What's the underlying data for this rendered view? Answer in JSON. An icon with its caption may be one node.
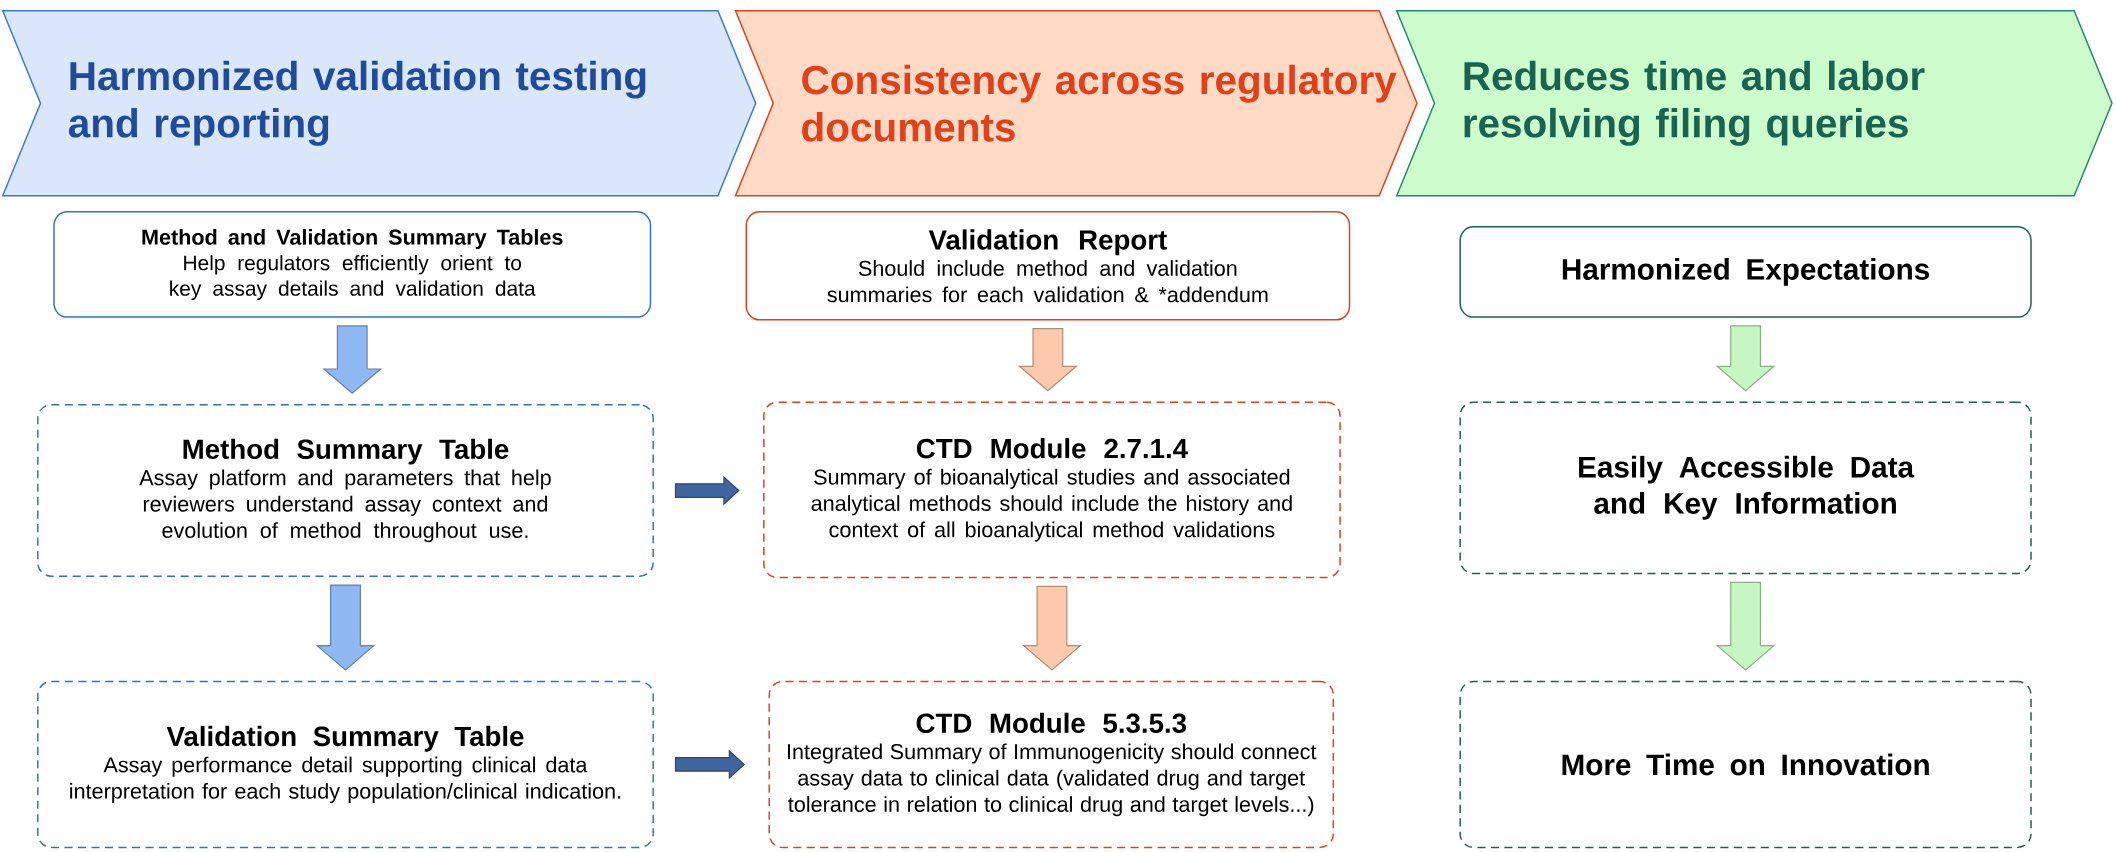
{
  "diagram": {
    "nodes": [
      {
        "text": [
          "Harmonized validation testing and reporting"
        ]
      },
      {
        "text": [
          "Consistency across regulatory documents"
        ]
      },
      {
        "text": [
          "Reduces time and labor resolving filing queries"
        ]
      },
      {
        "text": [
          "Method and Validation Summary Tables",
          "Help regulators efficiently orient to key assay details and validation data"
        ]
      },
      {
        "text": [
          "Method Summary Table",
          "Assay platform and parameters that help reviewers understand assay context and evolution of method throughout use."
        ]
      },
      {
        "text": [
          "Validation Summary Table",
          "Assay performance detail supporting clinical data interpretation for each study population/clinical indication."
        ]
      },
      {
        "text": [
          "Validation Report",
          "Should include method and validation summaries for each validation & *addendum"
        ]
      },
      {
        "text": [
          "CTD Module 2.7.1.4",
          "Summary of bioanalytical studies and associated analytical methods should include the history and context of all bioanalytical method validations"
        ]
      },
      {
        "text": [
          "CTD Module 5.3.5.3",
          "Integrated Summary of Immunogenicity should connect assay data to clinical data (validated drug and target tolerance in relation to clinical drug and target levels...)"
        ]
      },
      {
        "text": [
          "Harmonized Expectations"
        ]
      },
      {
        "text": [
          "Easily Accessible Data and Key Information"
        ]
      },
      {
        "text": [
          "More Time on Innovation"
        ]
      }
    ],
    "edges": [
      {
        "from": 3,
        "to": 4,
        "arrow": "to",
        "color": "#8fb8f2"
      },
      {
        "from": 4,
        "to": 5,
        "arrow": "to",
        "color": "#8fb8f2"
      },
      {
        "from": 6,
        "to": 7,
        "arrow": "to",
        "color": "#fcc9ad"
      },
      {
        "from": 7,
        "to": 8,
        "arrow": "to",
        "color": "#fcc9ad"
      },
      {
        "from": 9,
        "to": 10,
        "arrow": "to",
        "color": "#c6f7c2"
      },
      {
        "from": 10,
        "to": 11,
        "arrow": "to",
        "color": "#c6f7c2"
      },
      {
        "from": 4,
        "to": 7,
        "arrow": "to",
        "color": "#41659f"
      },
      {
        "from": 5,
        "to": 8,
        "arrow": "to",
        "color": "#41659f"
      }
    ]
  }
}
